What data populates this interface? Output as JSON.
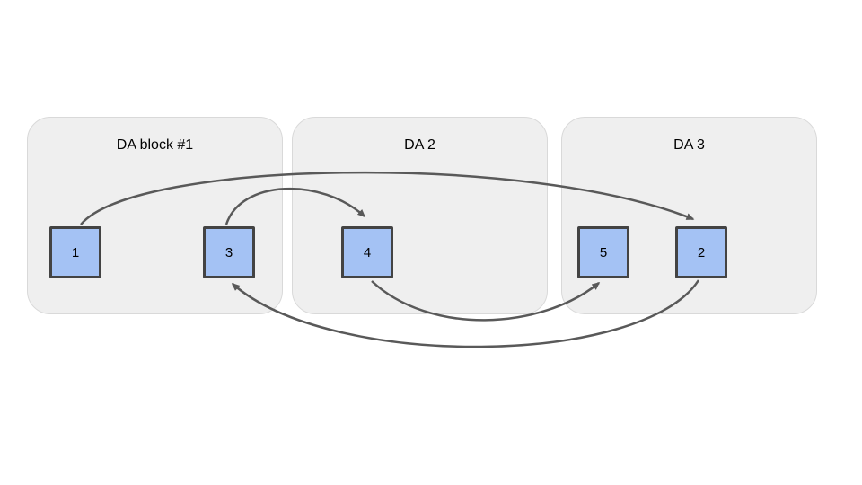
{
  "diagram": {
    "blocks": [
      {
        "label": "DA block #1",
        "nodes": [
          {
            "label": "1"
          },
          {
            "label": "3"
          }
        ]
      },
      {
        "label": "DA 2",
        "nodes": [
          {
            "label": "4"
          }
        ]
      },
      {
        "label": "DA 3",
        "nodes": [
          {
            "label": "5"
          },
          {
            "label": "2"
          }
        ]
      }
    ],
    "edges": [
      {
        "from": "1",
        "to": "2",
        "route": "over-top"
      },
      {
        "from": "3",
        "to": "4",
        "route": "over-top"
      },
      {
        "from": "4",
        "to": "5",
        "route": "under-bottom"
      },
      {
        "from": "2",
        "to": "3",
        "route": "under-bottom"
      }
    ],
    "colors": {
      "block_fill": "#efefef",
      "block_border": "#d9d9d9",
      "node_fill": "#a4c2f4",
      "node_border": "#434343",
      "arrow": "#595959"
    }
  }
}
